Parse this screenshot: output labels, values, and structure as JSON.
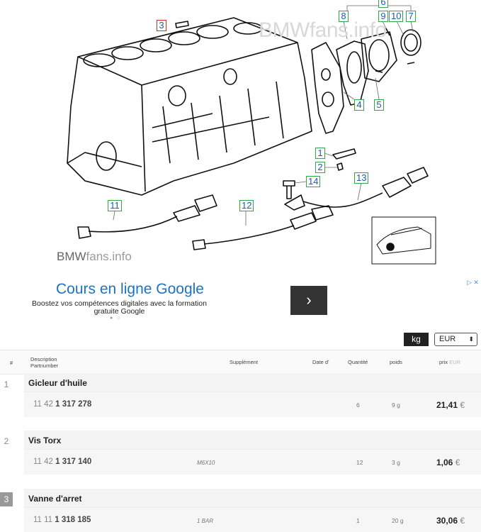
{
  "diagram": {
    "watermark_top": "BMWfans.info",
    "watermark_bottom_brand": "BMW",
    "watermark_bottom_rest": "fans.info",
    "callouts": [
      {
        "label": "3",
        "active": true
      },
      {
        "label": "6"
      },
      {
        "label": "8"
      },
      {
        "label": "9"
      },
      {
        "label": "10"
      },
      {
        "label": "7"
      },
      {
        "label": "4"
      },
      {
        "label": "5"
      },
      {
        "label": "1"
      },
      {
        "label": "2"
      },
      {
        "label": "14"
      },
      {
        "label": "13"
      },
      {
        "label": "11"
      },
      {
        "label": "12"
      }
    ]
  },
  "ad": {
    "title": "Cours en ligne Google",
    "description": "Boostez vos compétences digitales avec la formation gratuite Google",
    "arrow": "›",
    "dots": "● ○",
    "close": "▷ ✕"
  },
  "controls": {
    "unit_button": "kg",
    "currency": "EUR",
    "currency_arrow": "⬍"
  },
  "table": {
    "headers": {
      "num": "#",
      "description": "Description",
      "partnumber": "Partnumber",
      "supplement": "Supplément",
      "date": "Date d'",
      "quantity": "Quantité",
      "weight": "poids",
      "price": "prix",
      "price_currency": "EUR"
    },
    "rows": [
      {
        "num": "1",
        "title": "Gicleur d'huile",
        "pn_prefix": "11 42",
        "pn_main": "1 317 278",
        "supplement": "",
        "qty": "6",
        "weight": "9 g",
        "price": "21,41",
        "currency": "€",
        "active": false
      },
      {
        "num": "2",
        "title": "Vis Torx",
        "pn_prefix": "11 42",
        "pn_main": "1 317 140",
        "supplement": "M6X10",
        "qty": "12",
        "weight": "3 g",
        "price": "1,06",
        "currency": "€",
        "active": false
      },
      {
        "num": "3",
        "title": "Vanne d'arret",
        "pn_prefix": "11 11",
        "pn_main": "1 318 185",
        "supplement": "1 BAR",
        "qty": "1",
        "weight": "20 g",
        "price": "30,06",
        "currency": "€",
        "active": true
      }
    ]
  }
}
